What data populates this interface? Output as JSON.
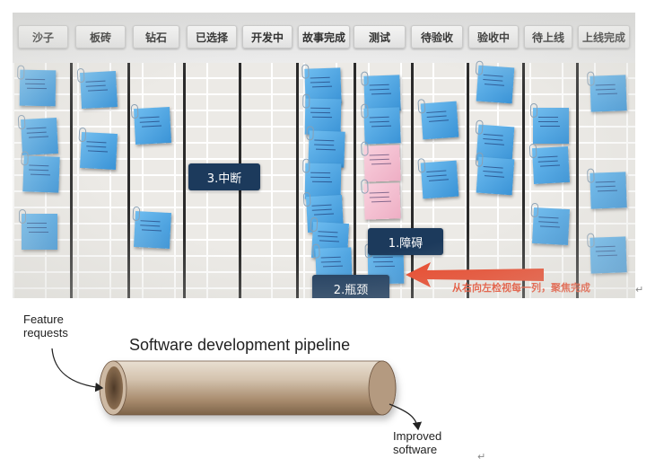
{
  "board": {
    "columns": [
      "沙子",
      "板砖",
      "钻石",
      "已选择",
      "开发中",
      "故事完成",
      "测试",
      "待验收",
      "验收中",
      "待上线",
      "上线完成"
    ],
    "labels": {
      "interruption": "3.中断",
      "obstacle": "1.障碍",
      "bottleneck": "2.瓶颈"
    },
    "instruction": "从右向左检视每一列，聚焦完成",
    "colors": {
      "note_blue": "#4aa6e4",
      "note_pink": "#f4bfd1",
      "label_bg": "#1c3a5c",
      "arrow": "#e8472a"
    },
    "return_mark": "↵"
  },
  "pipeline": {
    "title": "Software development pipeline",
    "input_label": [
      "Feature",
      "requests"
    ],
    "output_label": [
      "Improved",
      "software"
    ],
    "return_mark": "↵"
  }
}
